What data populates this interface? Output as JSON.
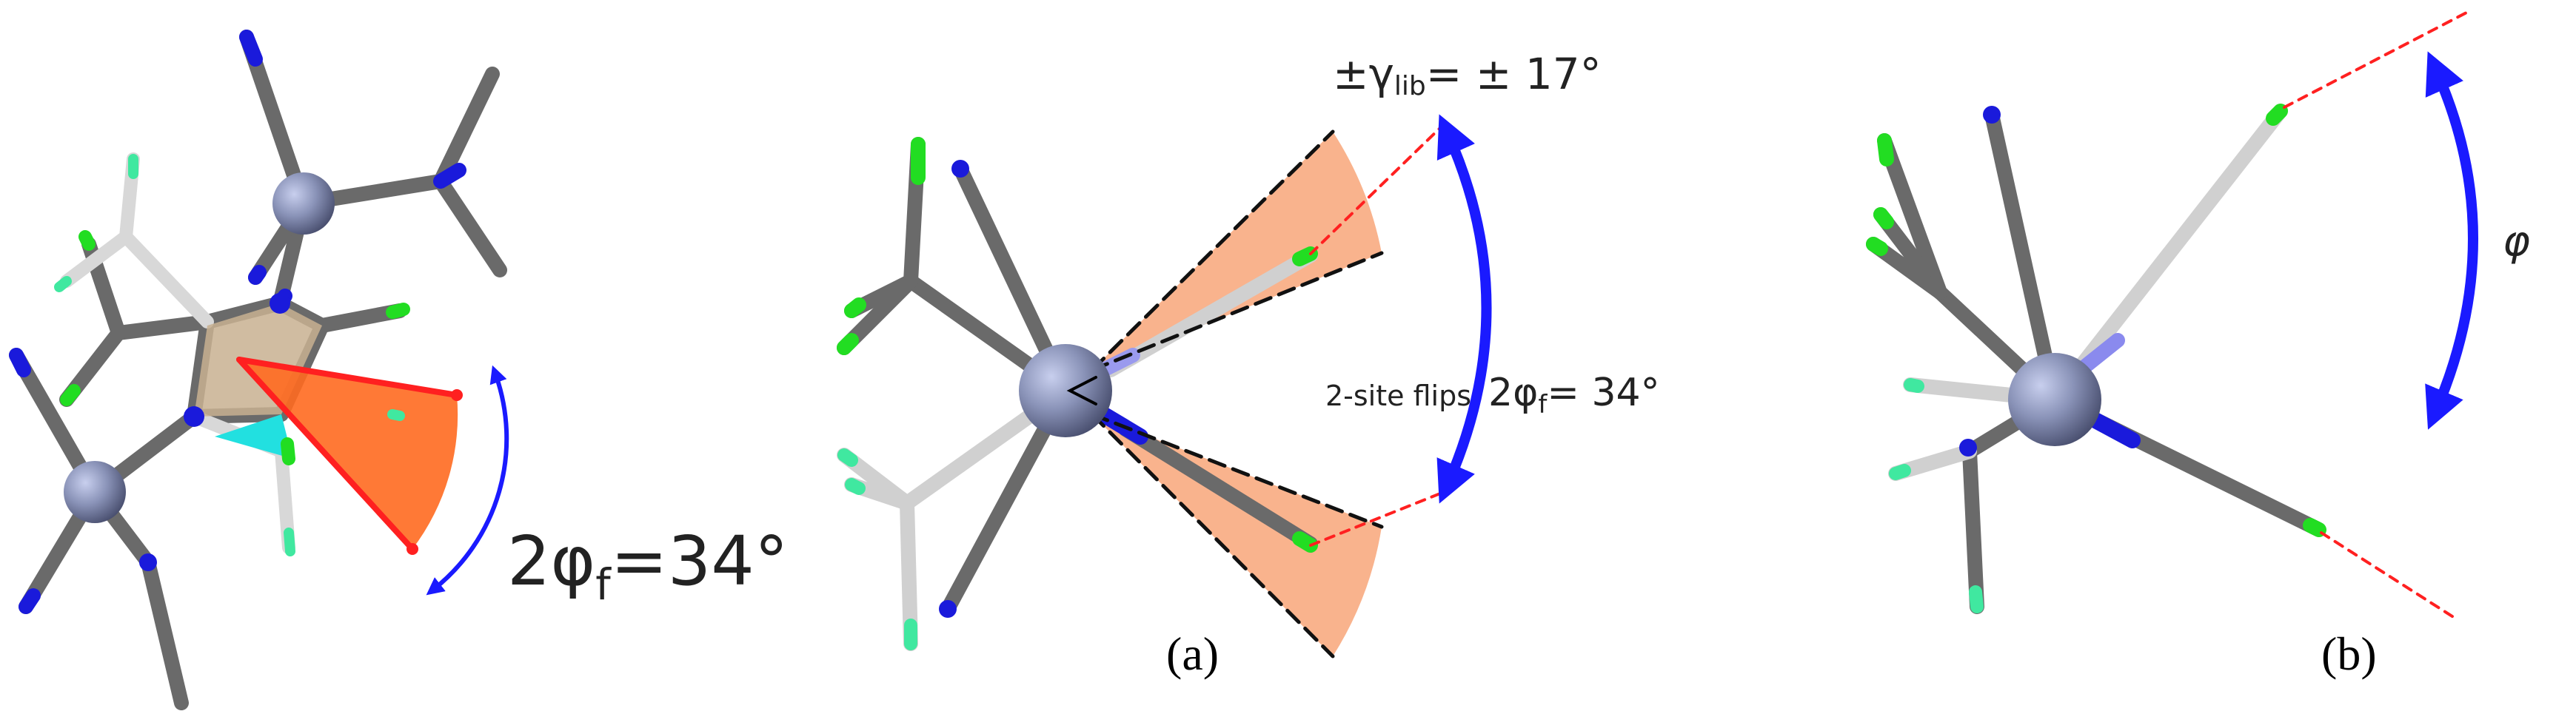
{
  "panel_a_left": {
    "angle_label_prefix": "2φ",
    "angle_label_sub": "f",
    "angle_label_value": "=34°"
  },
  "panel_a_middle": {
    "libration_prefix": "±γ",
    "libration_sub": "lib",
    "libration_value": "= ± 17°",
    "flip_label": "2-site flips",
    "angle_label_prefix": "2φ",
    "angle_label_sub": "f",
    "angle_label_value": "= 34°"
  },
  "panel_b": {
    "angle_label": "φ"
  },
  "captions": {
    "a": "(a)",
    "b": "(b)"
  },
  "colors": {
    "zinc": "#8a93b8",
    "nitrogen": "#1a1adb",
    "fluorine": "#22dd22",
    "carbon": "#666666",
    "arrow": "#1a1aff",
    "cone": "#f7a070",
    "red": "#ff2020"
  }
}
